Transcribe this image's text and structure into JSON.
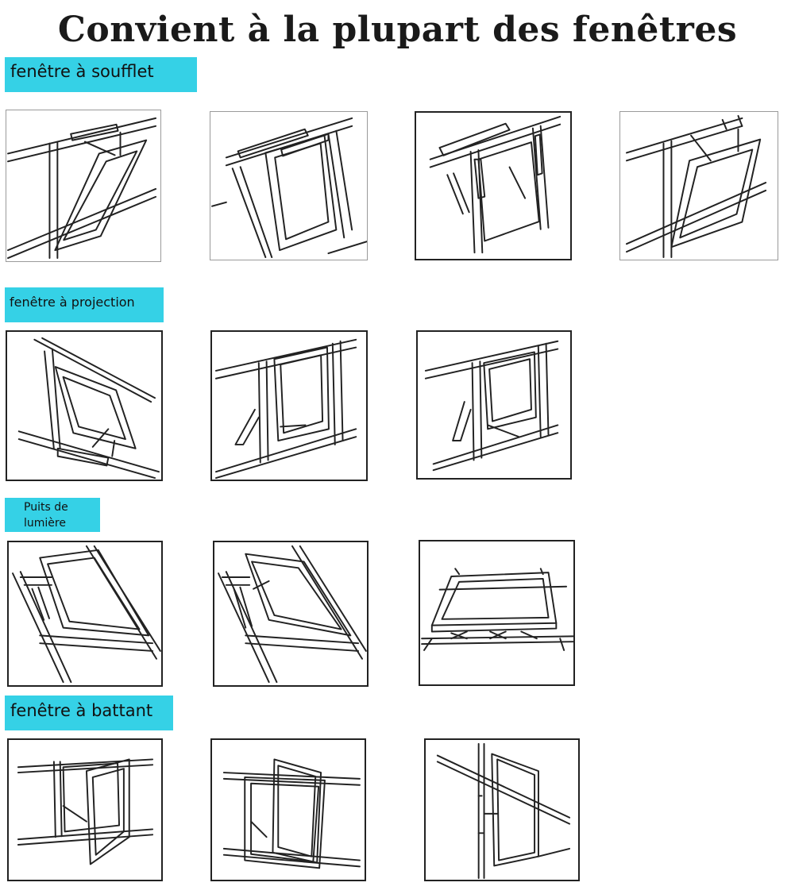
{
  "title": "Convient à la plupart des fenêtres",
  "sections": {
    "soufflet": {
      "label": "fenêtre à soufflet"
    },
    "projection": {
      "label": "fenêtre à projection"
    },
    "puits": {
      "label_line1": "Puits de",
      "label_line2": "lumière"
    },
    "battant": {
      "label": "fenêtre à battant"
    }
  },
  "colors": {
    "tag_background": "#35d1e6",
    "line": "#222222",
    "background": "#ffffff"
  },
  "icons": [
    "hopper-window-icon",
    "awning-window-icon",
    "skylight-icon",
    "casement-window-icon"
  ]
}
